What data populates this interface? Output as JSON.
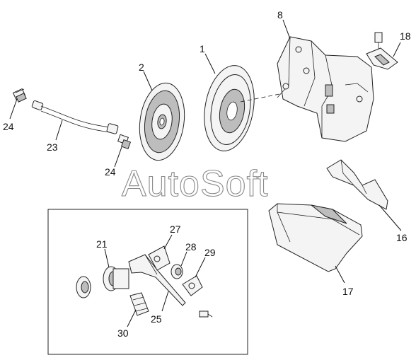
{
  "watermark": "AutoSoft",
  "callouts": {
    "c1": "1",
    "c2": "2",
    "c8": "8",
    "c18": "18",
    "c24a": "24",
    "c23": "23",
    "c24b": "24",
    "c16": "16",
    "c17": "17",
    "c21": "21",
    "c27": "27",
    "c28": "28",
    "c29": "29",
    "c25": "25",
    "c30": "30"
  }
}
